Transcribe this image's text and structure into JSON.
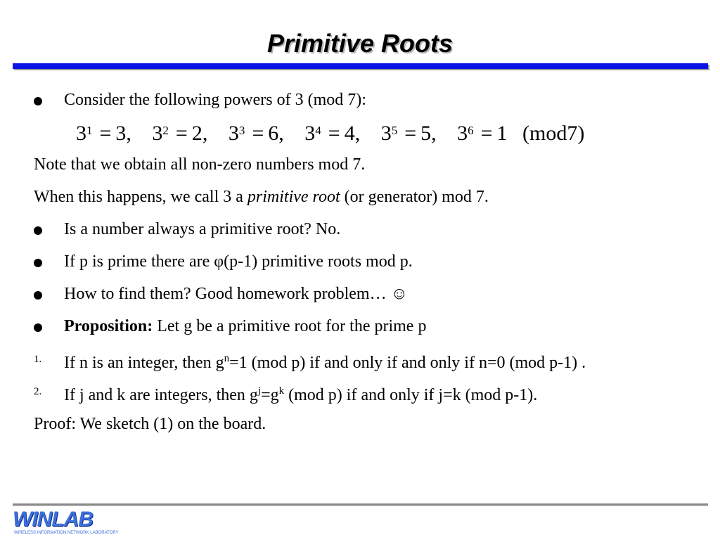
{
  "title": "Primitive Roots",
  "bullets": {
    "b1": "Consider the following powers of 3 (mod 7):",
    "b2": "Is a number always a primitive root? No.",
    "b3_pre": "If p is prime there are ",
    "b3_phi": "φ",
    "b3_post": "(p-1) primitive roots mod p.",
    "b4": "How to find them? Good homework problem… ☺",
    "b5_bold": "Proposition:",
    "b5_rest": " Let g be a primitive root for the prime p"
  },
  "equation": {
    "terms": [
      {
        "base": "3",
        "exp": "1",
        "rhs": "3,"
      },
      {
        "base": "3",
        "exp": "2",
        "rhs": "2,"
      },
      {
        "base": "3",
        "exp": "3",
        "rhs": "6,"
      },
      {
        "base": "3",
        "exp": "4",
        "rhs": "4,"
      },
      {
        "base": "3",
        "exp": "5",
        "rhs": "5,"
      },
      {
        "base": "3",
        "exp": "6",
        "rhs": "1"
      }
    ],
    "mod": "(mod7)"
  },
  "lines": {
    "note": "Note that we obtain all non-zero numbers mod 7.",
    "when_pre": "When this happens, we call 3 a ",
    "when_italic": "primitive root",
    "when_post": " (or generator) mod 7.",
    "proof": "Proof: We sketch (1) on the board."
  },
  "numbered": {
    "n1_label": "1.",
    "n1_pre": "If n is an integer, then g",
    "n1_sup": "n",
    "n1_post": "=1 (mod p)  if and only if and only if n=0 (mod p-1) .",
    "n2_label": "2.",
    "n2_pre": "If j and k are integers, then  g",
    "n2_sup1": "j",
    "n2_mid": "=g",
    "n2_sup2": "k",
    "n2_post": " (mod p)  if and only if j=k (mod p-1)."
  },
  "logo": {
    "name": "WINLAB",
    "subtitle": "WIRELESS INFORMATION NETWORK LABORATORY"
  },
  "colors": {
    "title_bar": "#0a14e6",
    "logo": "#3c6fd8"
  }
}
